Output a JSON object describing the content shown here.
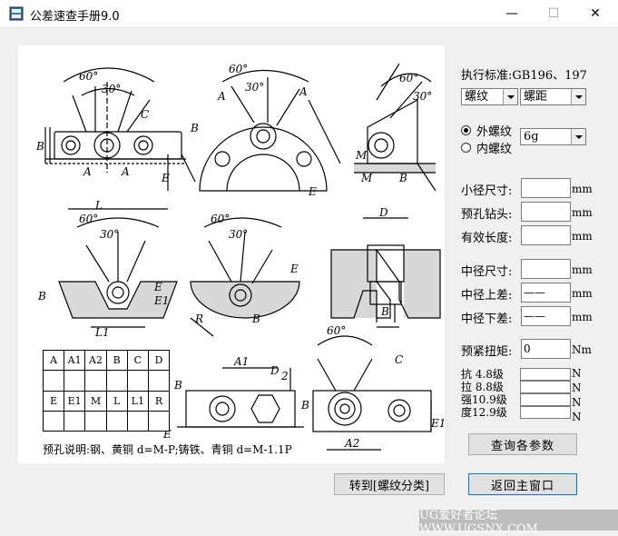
{
  "window": {
    "title": "公差速查手册9.0",
    "min_glyph": "—",
    "max_glyph": "☐",
    "close_glyph": "✕"
  },
  "drawings": {
    "angle_60": "60°",
    "angle_30": "30°",
    "labels": {
      "A": "A",
      "B": "B",
      "C": "C",
      "D": "D",
      "E": "E",
      "E1": "E1",
      "M": "M",
      "L": "L",
      "L1": "L1",
      "R": "R",
      "A1": "A1",
      "A2": "A2",
      "two": "2"
    }
  },
  "standard": {
    "label": "执行标准:GB196、197"
  },
  "selects": {
    "thread_type": "螺纹",
    "pitch": "螺距",
    "tolerance_grade": "6g"
  },
  "radios": [
    {
      "label": "外螺纹",
      "checked": true
    },
    {
      "label": "内螺纹",
      "checked": false
    }
  ],
  "fields": [
    {
      "label": "小径尺寸:",
      "value": "",
      "unit": "mm"
    },
    {
      "label": "预孔钻头:",
      "value": "",
      "unit": "mm"
    },
    {
      "label": "有效长度:",
      "value": "",
      "unit": "mm"
    },
    {
      "label": "中径尺寸:",
      "value": "",
      "unit": "mm"
    },
    {
      "label": "中径上差:",
      "value": "——",
      "unit": "mm"
    },
    {
      "label": "中径下差:",
      "value": "——",
      "unit": "mm"
    }
  ],
  "torque": {
    "label": "预紧扭矩:",
    "value": "0",
    "unit": "Nm"
  },
  "tensile": [
    {
      "label": "抗  4.8级",
      "unit": "N"
    },
    {
      "label": "拉  8.8级",
      "unit": "N"
    },
    {
      "label": "强10.9级",
      "unit": "N"
    },
    {
      "label": "度12.9级",
      "unit": "N"
    }
  ],
  "buttons": {
    "query": "查询各参数",
    "goto": "转到[螺纹分类]",
    "back": "返回主窗口"
  },
  "param_table": {
    "row1": [
      "A",
      "A1",
      "A2",
      "B",
      "C",
      "D"
    ],
    "row3": [
      "E",
      "E1",
      "M",
      "L",
      "L1",
      "R"
    ]
  },
  "note": "预孔说明:钢、黄铜 d=M-P;铸铁、青铜 d=M-1.1P",
  "watermark": "UG爱好者论坛 WWW.UGSNX.COM"
}
